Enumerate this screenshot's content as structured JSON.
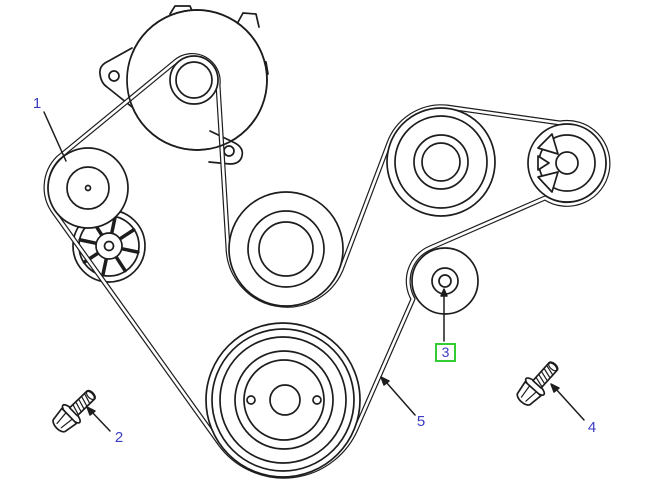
{
  "diagram": {
    "subject": "accessory-drive-belt-routing",
    "background_color": "#ffffff",
    "line_color": "#1d1d1d",
    "label_color": "#3b3bc2",
    "highlight_color": "#33cc33",
    "callouts": [
      {
        "label": "1",
        "part": "tensioner-pulley",
        "highlighted": false
      },
      {
        "label": "2",
        "part": "mounting-bolt-left",
        "highlighted": false
      },
      {
        "label": "3",
        "part": "idler-pulley",
        "highlighted": true
      },
      {
        "label": "4",
        "part": "mounting-bolt-right",
        "highlighted": false
      },
      {
        "label": "5",
        "part": "drive-belt",
        "highlighted": false
      }
    ],
    "parts_depicted": [
      "pump-housing-with-pulley",
      "tensioner-pulley",
      "spoked-idler-wheel",
      "center-pulley",
      "crankshaft-pulley",
      "alternator-pulley",
      "grooved-pulley-right",
      "idler-pulley",
      "drive-belt",
      "flanged-hex-bolt-left",
      "flanged-hex-bolt-right"
    ]
  }
}
